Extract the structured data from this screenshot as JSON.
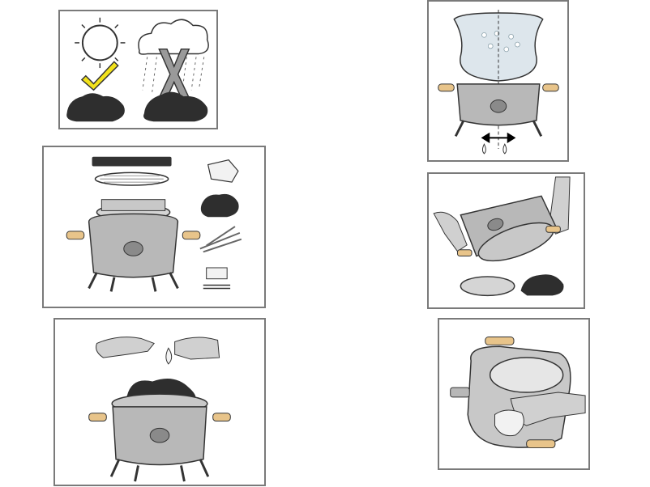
{
  "panels": [
    {
      "id": "weather",
      "icons": [
        "sun-icon",
        "check-icon",
        "rain-cloud-icon",
        "cross-icon",
        "charcoal-icon"
      ]
    },
    {
      "id": "kit",
      "icons": [
        "trivet-icon",
        "grill-grate-icon",
        "stove-icon",
        "paper-icon",
        "charcoal-icon",
        "kindling-icon",
        "matches-icon"
      ]
    },
    {
      "id": "light",
      "icons": [
        "hand-icon",
        "match-flame-icon",
        "charcoal-icon",
        "stove-icon"
      ]
    },
    {
      "id": "boil",
      "icons": [
        "pot-icon",
        "water-icon",
        "stove-icon",
        "airflow-arrow-icon",
        "drops-icon"
      ]
    },
    {
      "id": "ash",
      "icons": [
        "hand-icon",
        "stove-icon",
        "ash-tray-icon",
        "ash-icon"
      ]
    },
    {
      "id": "clean",
      "icons": [
        "stove-body-icon",
        "hand-icon",
        "cloth-icon"
      ]
    }
  ],
  "colors": {
    "border": "#7a7a7a",
    "metal": "#b8b8b8",
    "metal_dark": "#6e6e6e",
    "charcoal": "#2e2e2e",
    "check": "#f2e21b",
    "wood": "#e8c48a",
    "water": "#dde6ec"
  }
}
